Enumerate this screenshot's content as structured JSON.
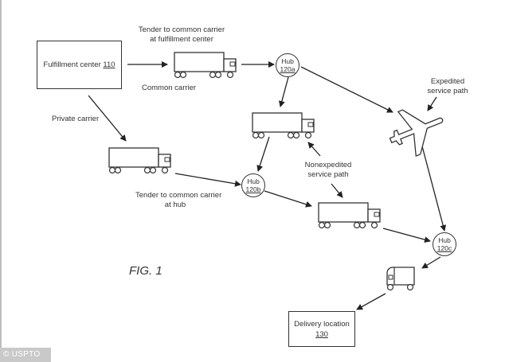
{
  "figure": {
    "caption": "FIG. 1",
    "credit": "© USPTO"
  },
  "nodes": {
    "fulfillment_center": {
      "label": "Fulfillment center",
      "ref": "110"
    },
    "hub_a": {
      "label": "Hub",
      "ref": "120a"
    },
    "hub_b": {
      "label": "Hub",
      "ref": "120b"
    },
    "hub_c": {
      "label": "Hub",
      "ref": "120c"
    },
    "delivery_location": {
      "label": "Delivery location",
      "ref": "130"
    }
  },
  "labels": {
    "tender_fc_line1": "Tender to common carrier",
    "tender_fc_line2": "at fulfillment center",
    "common_carrier": "Common carrier",
    "private_carrier": "Private carrier",
    "tender_hub_line1": "Tender to common carrier",
    "tender_hub_line2": "at hub",
    "expedited_line1": "Expedited",
    "expedited_line2": "service path",
    "nonexpedited_line1": "Nonexpedited",
    "nonexpedited_line2": "service path"
  },
  "icons": [
    "truck-icon",
    "truck-icon",
    "truck-icon",
    "truck-icon",
    "airplane-icon",
    "delivery-van-icon"
  ]
}
